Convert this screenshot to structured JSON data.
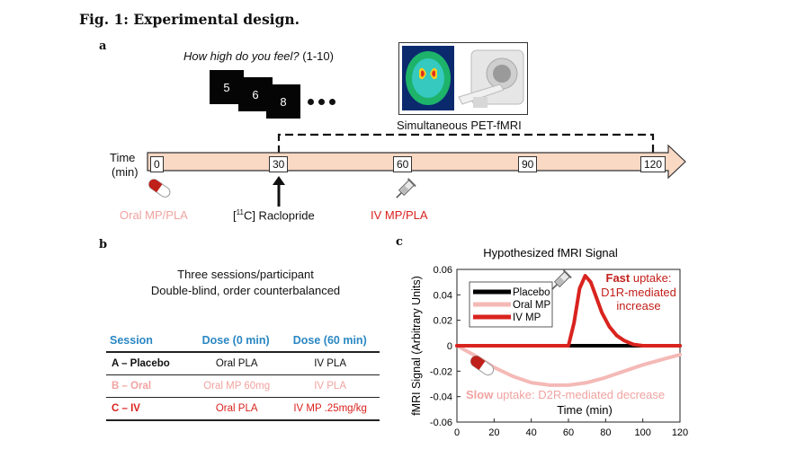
{
  "figure_title": "Fig. 1: Experimental design.",
  "panel_a": {
    "label": "a",
    "question": "How high do you feel?",
    "question_range": " (1-10)",
    "stimuli": [
      "5",
      "6",
      "8"
    ],
    "pet_label": "Simultaneous PET-fMRI",
    "time_label": "Time",
    "time_unit": "(min)",
    "ticks": [
      "0",
      "30",
      "60",
      "90",
      "120"
    ],
    "oral_label": "Oral MP/PLA",
    "raclopride_pre": "[",
    "raclopride_sup": "11",
    "raclopride_post": "C] Raclopride",
    "iv_label": "IV MP/PLA",
    "colors": {
      "timeline_fill": "#f9d8c4",
      "oral": "#f0a3a0",
      "iv": "#d9231e",
      "header_blue": "#2a87c3"
    }
  },
  "panel_b": {
    "label": "b",
    "subtitle_line1": "Three sessions/participant",
    "subtitle_line2": "Double-blind, order counterbalanced",
    "headers": [
      "Session",
      "Dose (0 min)",
      "Dose (60 min)"
    ],
    "rows": [
      {
        "session": "A – Placebo",
        "dose0": "Oral PLA",
        "dose60": "IV PLA"
      },
      {
        "session": "B – Oral",
        "dose0": "Oral MP 60mg",
        "dose60": "IV PLA"
      },
      {
        "session": "C – IV",
        "dose0": "Oral PLA",
        "dose60": "IV MP .25mg/kg"
      }
    ]
  },
  "panel_c": {
    "label": "c",
    "fast_bold": "Fast",
    "fast_rest1": " uptake:",
    "fast_rest2": "D1R-mediated",
    "fast_rest3": "increase",
    "slow_bold": "Slow",
    "slow_rest": " uptake: D2R-mediated decrease"
  },
  "chart_data": {
    "type": "line",
    "title": "Hypothesized fMRI Signal",
    "xlabel": "Time (min)",
    "ylabel": "fMRI Signal (Arbitrary Units)",
    "xlim": [
      0,
      120
    ],
    "ylim": [
      -0.06,
      0.06
    ],
    "xticks": [
      "0",
      "20",
      "40",
      "60",
      "80",
      "100",
      "120"
    ],
    "yticks": [
      "-0.06",
      "-0.04",
      "-0.02",
      "0",
      "0.02",
      "0.04",
      "0.06"
    ],
    "legend_position": "top-left",
    "series": [
      {
        "name": "Placebo",
        "color": "#000000",
        "x": [
          0,
          120
        ],
        "y": [
          0,
          0
        ]
      },
      {
        "name": "Oral MP",
        "color": "#f4b9b6",
        "x": [
          0,
          10,
          20,
          30,
          40,
          50,
          60,
          70,
          80,
          90,
          100,
          110,
          120
        ],
        "y": [
          0,
          -0.008,
          -0.017,
          -0.024,
          -0.029,
          -0.031,
          -0.031,
          -0.029,
          -0.025,
          -0.02,
          -0.015,
          -0.011,
          -0.007
        ]
      },
      {
        "name": "IV MP",
        "color": "#d9231e",
        "x": [
          0,
          55,
          60,
          63,
          66,
          69,
          72,
          75,
          78,
          82,
          86,
          90,
          95,
          100,
          110,
          120
        ],
        "y": [
          0,
          0,
          0,
          0.018,
          0.045,
          0.055,
          0.05,
          0.038,
          0.026,
          0.015,
          0.008,
          0.004,
          0.001,
          0,
          0,
          0
        ]
      }
    ]
  }
}
